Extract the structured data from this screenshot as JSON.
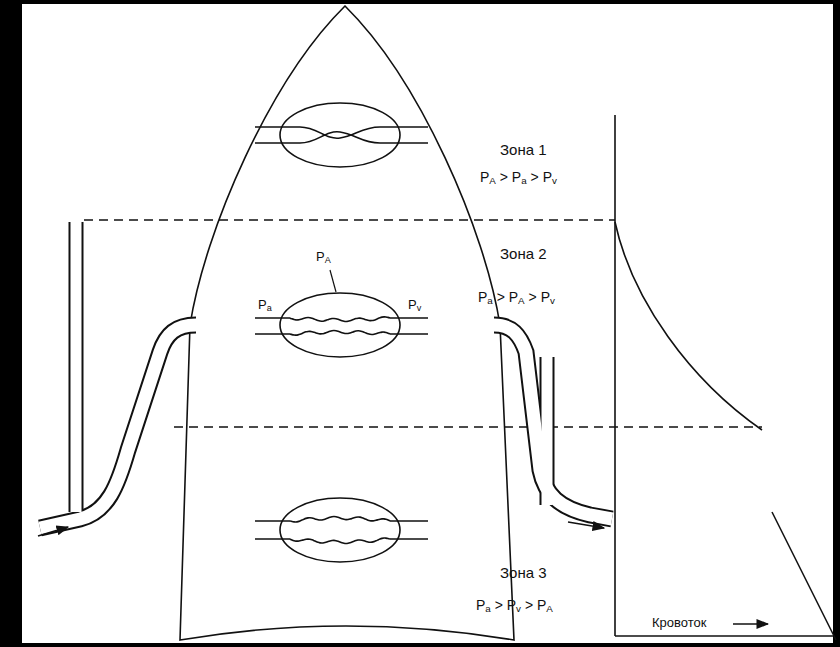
{
  "diagram": {
    "labels": [
      "Зона 1",
      "PA > Pa > Pv",
      "Зона 2",
      "Pa > PA > Pv",
      "PA",
      "Pa",
      "Pv",
      "Зона 3",
      "Pa > Pv > PA",
      "Кровоток"
    ]
  }
}
